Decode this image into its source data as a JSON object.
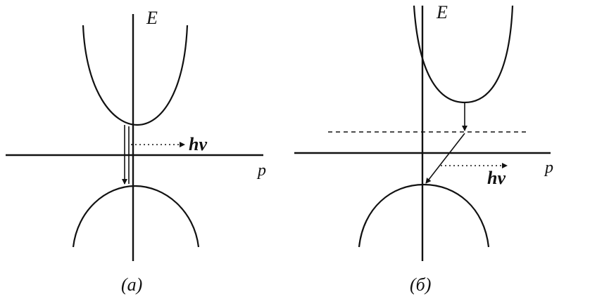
{
  "panel_a": {
    "energy_label": "E",
    "momentum_label": "p",
    "photon_label": "hν",
    "caption": "(а)"
  },
  "panel_b": {
    "energy_label": "E",
    "momentum_label": "p",
    "photon_label": "hν",
    "caption": "(б)"
  }
}
